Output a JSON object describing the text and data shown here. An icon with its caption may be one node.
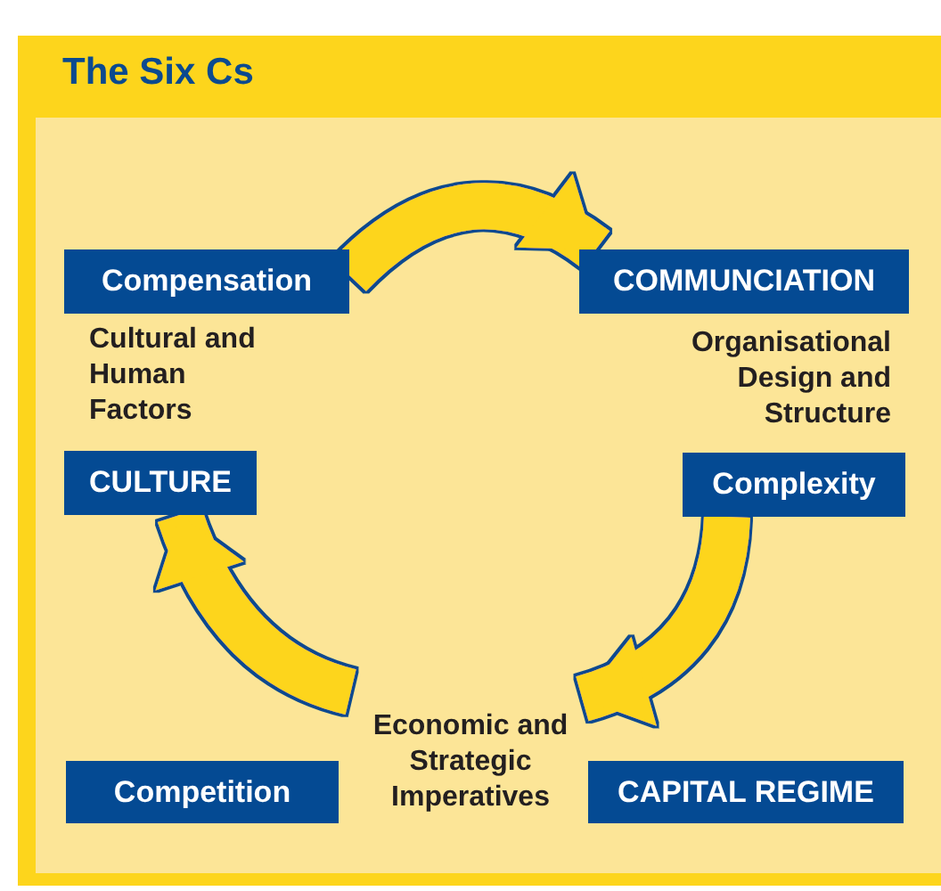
{
  "diagram": {
    "title": "The Six Cs",
    "nodes": [
      {
        "text": [
          "Compensation"
        ]
      },
      {
        "text": [
          "COMMUNCIATION"
        ]
      },
      {
        "text": [
          "Cultural and Human Factors"
        ]
      },
      {
        "text": [
          "Organisational Design and Structure"
        ]
      },
      {
        "text": [
          "CULTURE"
        ]
      },
      {
        "text": [
          "Complexity"
        ]
      },
      {
        "text": [
          "Competition"
        ]
      },
      {
        "text": [
          "Economic and Strategic Imperatives"
        ]
      },
      {
        "text": [
          "CAPITAL REGIME"
        ]
      }
    ],
    "edges": [
      {
        "from": 0,
        "to": 1,
        "arrow": "to"
      },
      {
        "from": 5,
        "to": 7,
        "arrow": "to"
      },
      {
        "from": 7,
        "to": 4,
        "arrow": "to"
      }
    ]
  }
}
